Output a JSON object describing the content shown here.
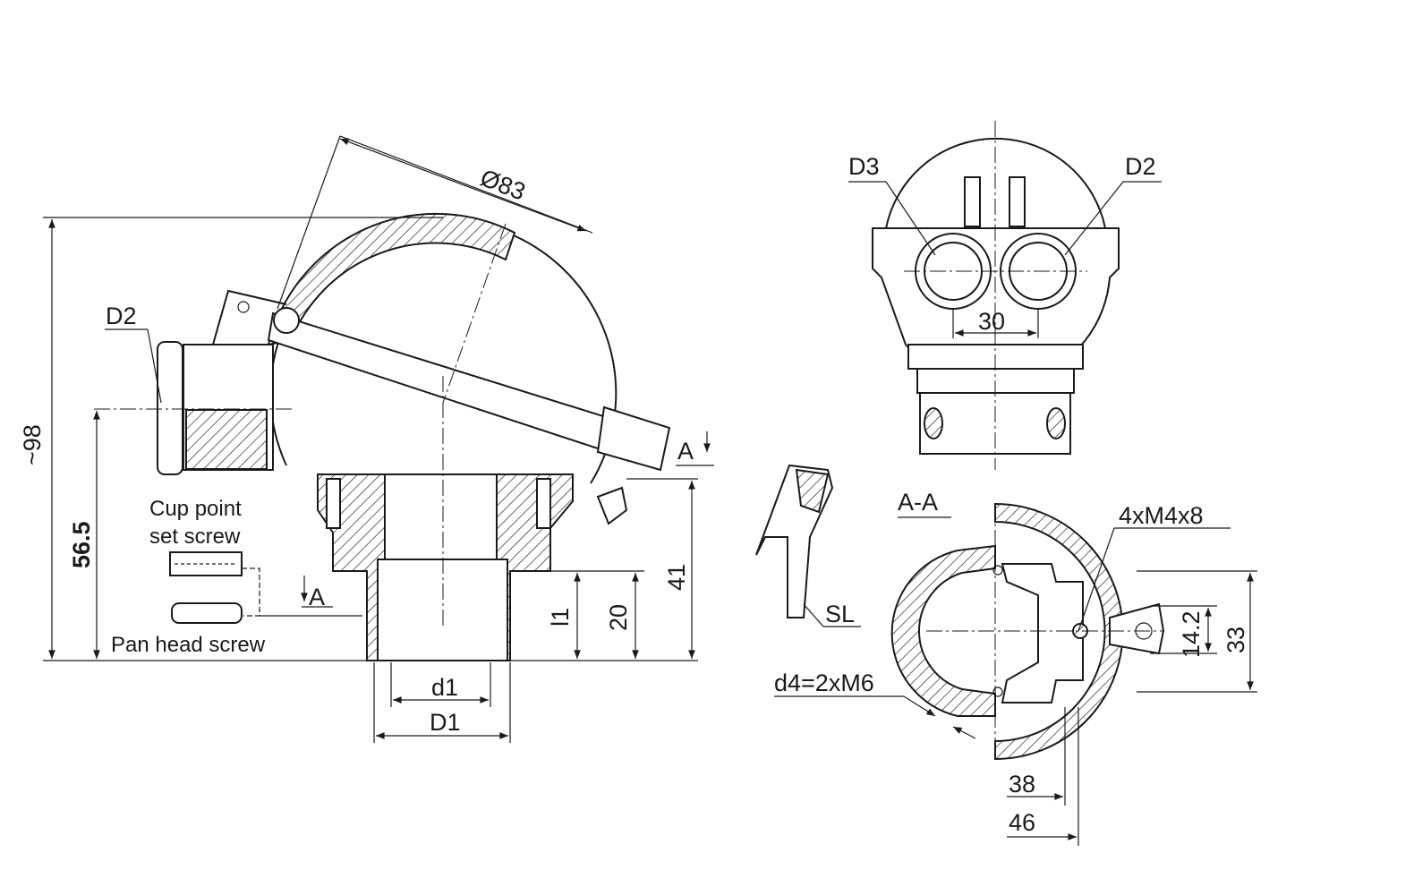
{
  "labels": {
    "dia83": "Ø83",
    "d2_left": "D2",
    "approx98": "~98",
    "h56_5": "56.5",
    "cup_point_1": "Cup point",
    "cup_point_2": "set screw",
    "pan_head": "Pan head screw",
    "section_a_top": "A",
    "section_a_left": "A",
    "d1": "d1",
    "D1": "D1",
    "l1": "l1",
    "h20": "20",
    "h41": "41",
    "d3": "D3",
    "d2_right": "D2",
    "w30": "30",
    "section_aa": "A-A",
    "m4": "4xM4x8",
    "sl": "SL",
    "d4": "d4=2xM6",
    "h14_2": "14.2",
    "h33": "33",
    "w38": "38",
    "w46": "46"
  }
}
